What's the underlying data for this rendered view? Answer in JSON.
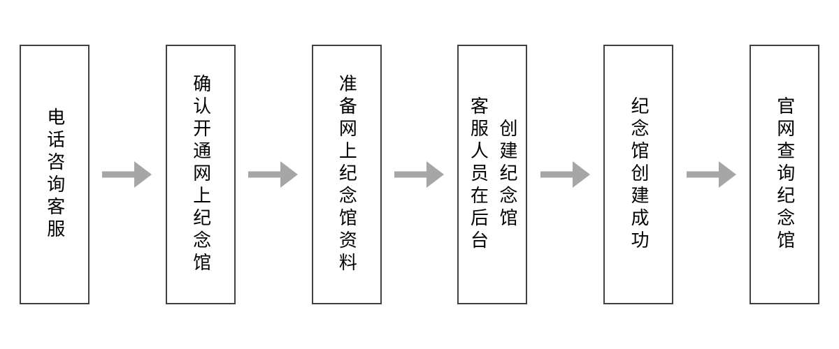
{
  "flow": {
    "background_color": "#ffffff",
    "box_border_color": "#404040",
    "text_color": "#000000",
    "arrow_color": "#a6a6a6",
    "steps": [
      {
        "lines": [
          "电话咨询客服"
        ]
      },
      {
        "lines": [
          "确认开通网上纪念馆"
        ]
      },
      {
        "lines": [
          "准备网上纪念馆资料"
        ]
      },
      {
        "lines": [
          "客服人员在后台",
          "创建纪念馆"
        ]
      },
      {
        "lines": [
          "纪念馆创建成功"
        ]
      },
      {
        "lines": [
          "官网查询纪念馆"
        ]
      }
    ]
  }
}
